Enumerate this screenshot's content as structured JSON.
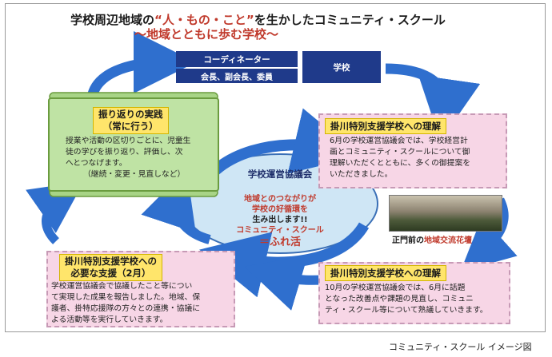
{
  "title": {
    "line1_pre": "学校周辺地域の",
    "line1_hl": "“人・もの・こと”",
    "line1_post": "を生かしたコミュニティ・スクール",
    "line2": "～地域とともに歩む学校～"
  },
  "top": {
    "coordinator": "コーディネーター",
    "members": "会長、副会長、委員",
    "school": "学校"
  },
  "reflection": {
    "title_line1": "振り返りの実践",
    "title_line2": "（常に行う）",
    "text": "授業や活動の区切りごとに、児童生\n徒の学びを振り返り、評価し、次\nへとつなげます。",
    "footer": "（継続・変更・見直しなど）"
  },
  "understanding": {
    "title": "掛川特別支援学校への理解",
    "text": "6月の学校運営協議会では、学校経営計\n画とコミュニティ・スクールについて御\n理解いただくとともに、多くの御提案を\nいただきました。"
  },
  "center": {
    "heading": "学校運営協議会",
    "line_a": "地域とのつながりが",
    "line_b": "学校の好循環を",
    "line_c": "生み出します!!",
    "line_d": "コミュニティ・スクール",
    "line_e": "＝ふれ活"
  },
  "photo_caption": {
    "pre": "正門前の",
    "hl": "地域交流花壇"
  },
  "support": {
    "title_line1": "掛川特別支援学校への",
    "title_line2": "必要な支援（2月）",
    "text": "学校運営協議会で協議したこと等につい\nて実現した成果を報告しました。地域、保\n護者、掛特応援隊の方々との連携・協議に\nよる活動等を実行していきます。"
  },
  "understanding2": {
    "title": "掛川特別支援学校への理解",
    "text": "10月の学校運営協議会では、6月に話題\nとなった改善点や課題の見直し、コミュニ\nティ・スクール等について熟議していきます。"
  },
  "caption": "コミュニティ・スクール イメージ図",
  "colors": {
    "arrow_blue": "#2f6fce",
    "navy": "#1f3a8a",
    "pink": "#f7d6e6",
    "yellow": "#ffe56b",
    "green": "#bfe3a4",
    "red": "#c0392b",
    "ellipse": "#cfe6f5"
  }
}
